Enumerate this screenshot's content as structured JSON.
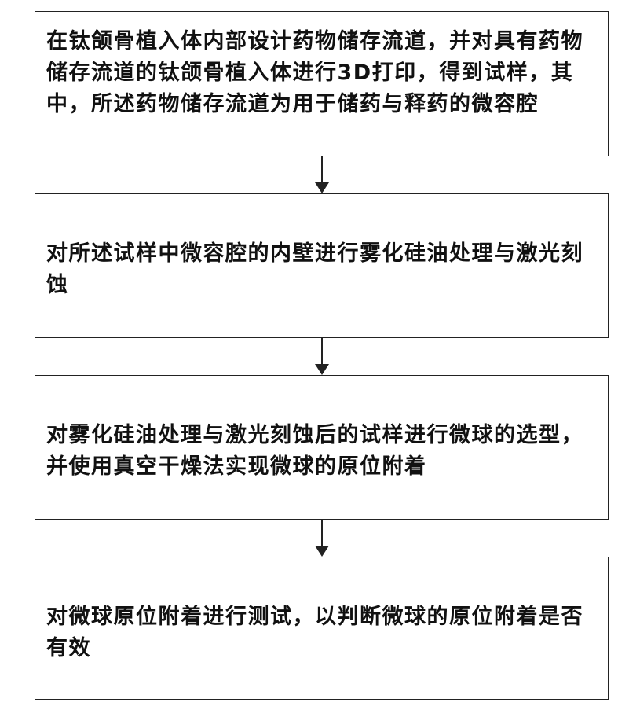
{
  "flowchart": {
    "steps": [
      {
        "text": "在钛颌骨植入体内部设计药物储存流道，并对具有药物储存流道的钛颌骨植入体进行3D打印，得到试样，其中，所述药物储存流道为用于储药与释药的微容腔"
      },
      {
        "text": "对所述试样中微容腔的内壁进行雾化硅油处理与激光刻蚀"
      },
      {
        "text": "对雾化硅油处理与激光刻蚀后的试样进行微球的选型，并使用真空干燥法实现微球的原位附着"
      },
      {
        "text": "对微球原位附着进行测试，以判断微球的原位附着是否有效"
      }
    ]
  }
}
